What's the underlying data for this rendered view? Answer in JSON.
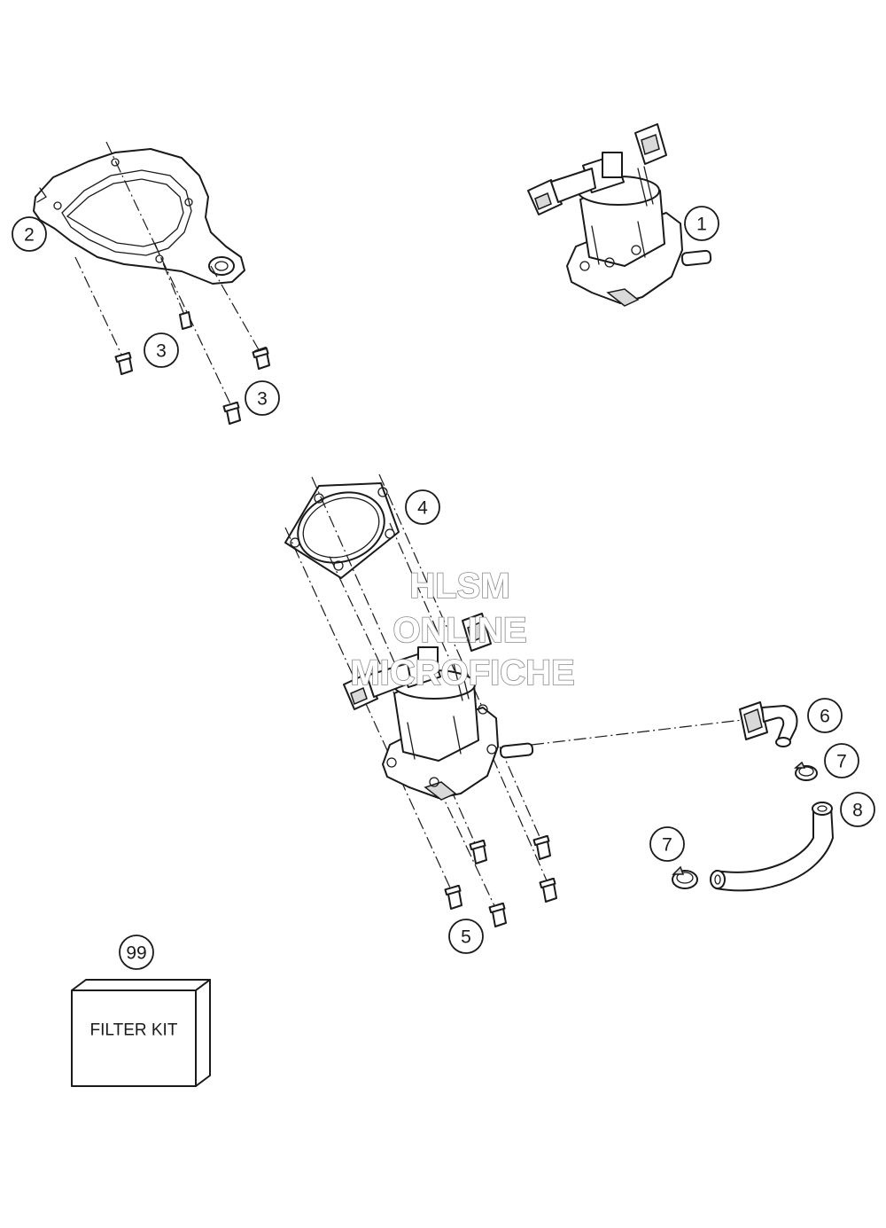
{
  "callouts": [
    {
      "id": "c1",
      "label": "1"
    },
    {
      "id": "c2",
      "label": "2"
    },
    {
      "id": "c3a",
      "label": "3"
    },
    {
      "id": "c3b",
      "label": "3"
    },
    {
      "id": "c4",
      "label": "4"
    },
    {
      "id": "c5",
      "label": "5"
    },
    {
      "id": "c6",
      "label": "6"
    },
    {
      "id": "c7a",
      "label": "7"
    },
    {
      "id": "c7b",
      "label": "7"
    },
    {
      "id": "c8",
      "label": "8"
    },
    {
      "id": "c99",
      "label": "99"
    }
  ],
  "filter_kit": {
    "label": "FILTER KIT"
  },
  "watermark": {
    "line1": "HLSM",
    "line2": "ONLINE",
    "line3": "MICROFICHE"
  },
  "colors": {
    "line": "#1a1a1a",
    "watermark_stroke": "#8a8a8a",
    "background": "#ffffff"
  }
}
